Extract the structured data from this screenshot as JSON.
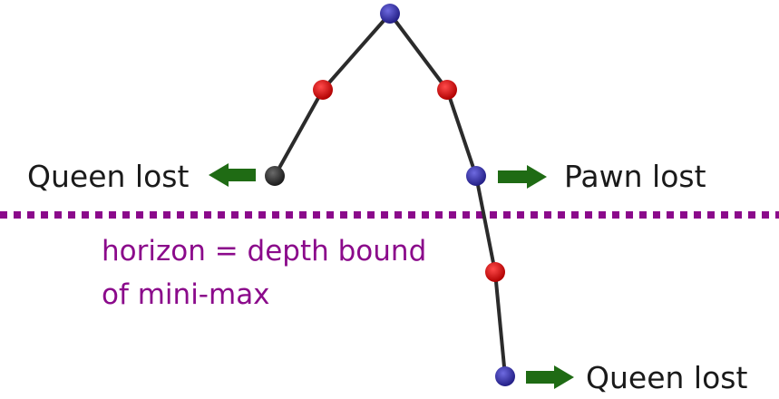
{
  "labels": {
    "left_outcome": "Queen lost",
    "right_outcome": "Pawn lost",
    "deep_outcome": "Queen lost",
    "horizon_line1": "horizon = depth bound",
    "horizon_line2": "of mini-max"
  },
  "colors": {
    "edge": "#2b2b2b",
    "max_node": "#2e2a9c",
    "min_node": "#cc0000",
    "leaf_node": "#2b2b2b",
    "arrow": "#1f6b14",
    "horizon_line": "#8b0a8b",
    "horizon_text": "#8b0a8b",
    "label_text": "#1a1a1a"
  },
  "nodes": [
    {
      "id": "root",
      "kind": "max"
    },
    {
      "id": "left-min",
      "kind": "min"
    },
    {
      "id": "right-min",
      "kind": "min"
    },
    {
      "id": "left-leaf",
      "kind": "leaf"
    },
    {
      "id": "right-max",
      "kind": "max"
    },
    {
      "id": "deep-min",
      "kind": "min"
    },
    {
      "id": "deep-max",
      "kind": "max"
    }
  ],
  "edges": [
    [
      "root",
      "left-min"
    ],
    [
      "root",
      "right-min"
    ],
    [
      "left-min",
      "left-leaf"
    ],
    [
      "right-min",
      "right-max"
    ],
    [
      "right-max",
      "deep-min"
    ],
    [
      "deep-min",
      "deep-max"
    ]
  ]
}
